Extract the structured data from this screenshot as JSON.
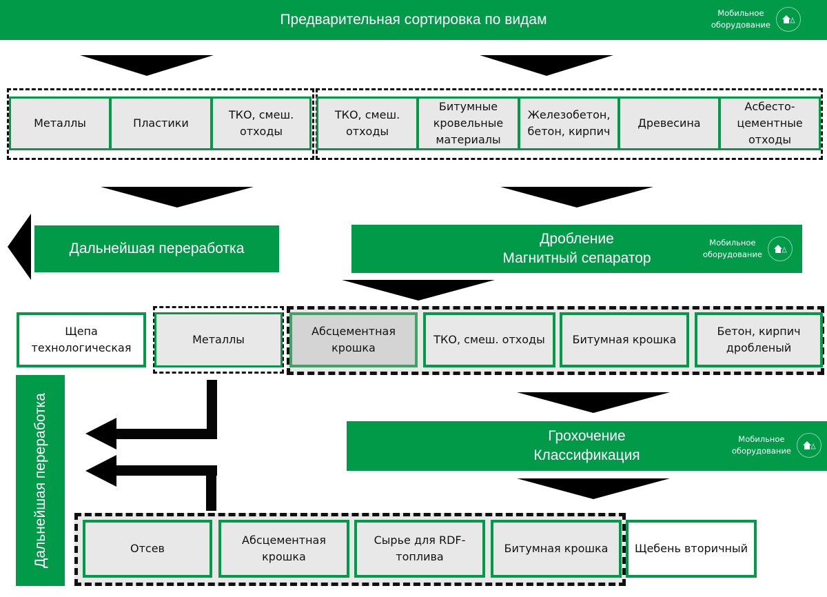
{
  "colors": {
    "accent_green": "#009a49",
    "box_fill": "#e8e8e8",
    "arrow": "#000000"
  },
  "header": {
    "title": "Предварительная сортировка по видам",
    "mobile_badge": {
      "line1": "Мобильное",
      "line2": "оборудование",
      "icon": "home-recycle-icon"
    }
  },
  "sorting_row": {
    "left_group": [
      "Металлы",
      "Пластики",
      "ТКО, смеш. отходы"
    ],
    "right_group": [
      "ТКО, смеш. отходы",
      "Битумные кровельные материалы",
      "Железобетон, бетон, кирпич",
      "Древесина",
      "Асбесто-цементные отходы"
    ]
  },
  "further_processing": {
    "label": "Дальнейшая переработка",
    "arrow_icon": "arrow-left-icon"
  },
  "crushing": {
    "line1": "Дробление",
    "line2": "Магнитный сепаратор",
    "mobile_badge": {
      "line1": "Мобильное",
      "line2": "оборудование",
      "icon": "home-recycle-icon"
    }
  },
  "crushing_outputs": {
    "standalone": "Щепа технологическая",
    "metals_group": [
      "Металлы"
    ],
    "crushed_group": [
      "Абсцементная крошка",
      "ТКО, смеш. отходы",
      "Битумная крошка",
      "Бетон, кирпич дробленый"
    ]
  },
  "side_label": {
    "label": "Дальнейшая переработка"
  },
  "screening": {
    "line1": "Грохочение",
    "line2": "Классификация",
    "mobile_badge": {
      "line1": "Мобильное",
      "line2": "оборудование",
      "icon": "home-recycle-icon"
    }
  },
  "final_outputs": {
    "group": [
      "Отсев",
      "Абсцементная крошка",
      "Сырье для RDF-топлива",
      "Битумная крошка"
    ],
    "standalone": "Щебень вторичный"
  }
}
